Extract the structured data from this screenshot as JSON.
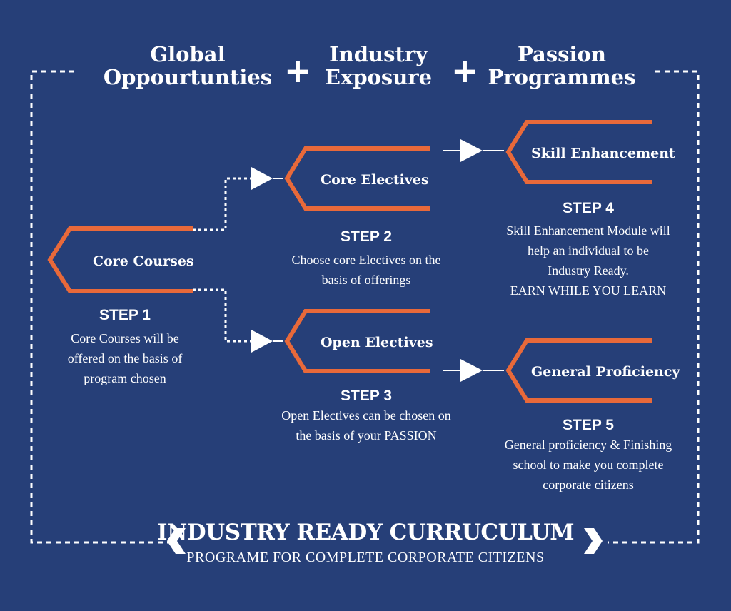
{
  "header": {
    "item1": [
      "Global",
      "Oppourtunties"
    ],
    "item2": [
      "Industry",
      "Exposure"
    ],
    "item3": [
      "Passion",
      "Programmes"
    ],
    "plus": "+"
  },
  "nodes": {
    "core_courses": "Core Courses",
    "core_electives": "Core Electives",
    "open_electives": "Open Electives",
    "skill_enhancement": "Skill Enhancement",
    "general_proficiency": "General Proficiency"
  },
  "steps": {
    "step1": {
      "label": "STEP 1",
      "lines": [
        "Core Courses will be",
        "offered on the basis of",
        "program chosen"
      ]
    },
    "step2": {
      "label": "STEP 2",
      "lines": [
        "Choose core Electives on the",
        "basis of offerings"
      ]
    },
    "step3": {
      "label": "STEP 3",
      "lines": [
        "Open Electives can be chosen on",
        "the basis of your PASSION"
      ]
    },
    "step4": {
      "label": "STEP 4",
      "lines": [
        "Skill Enhancement Module will",
        "help an individual to be",
        "Industry Ready.",
        "EARN WHILE YOU LEARN"
      ]
    },
    "step5": {
      "label": "STEP 5",
      "lines": [
        "General proficiency & Finishing",
        "school to make you complete",
        "corporate citizens"
      ]
    }
  },
  "footer": {
    "title": "INDUSTRY READY CURRUCULUM",
    "subtitle": "PROGRAME FOR COMPLETE CORPORATE CITIZENS"
  },
  "colors": {
    "background": "#263f78",
    "accent": "#e8693a",
    "text": "#ffffff"
  }
}
